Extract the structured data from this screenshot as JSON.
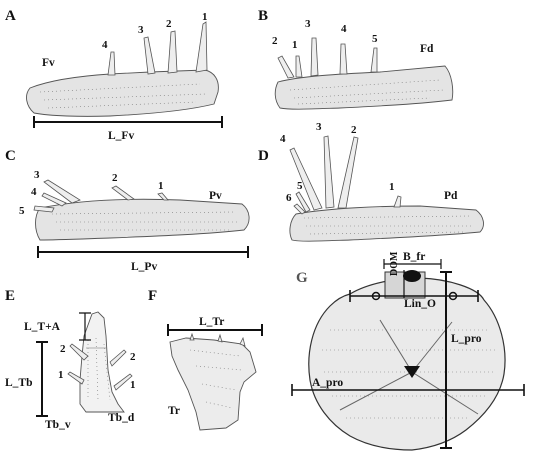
{
  "panels": {
    "A": {
      "letter": "A",
      "name": "Fv",
      "spines": [
        "1",
        "2",
        "3",
        "4"
      ],
      "measure": "L_Fv"
    },
    "B": {
      "letter": "B",
      "name": "Fd",
      "spines": [
        "1",
        "2",
        "3",
        "4",
        "5"
      ]
    },
    "C": {
      "letter": "C",
      "name": "Pv",
      "spines": [
        "1",
        "2",
        "3",
        "4",
        "5"
      ],
      "measure": "L_Pv"
    },
    "D": {
      "letter": "D",
      "name": "Pd",
      "spines": [
        "1",
        "2",
        "3",
        "4",
        "5",
        "6"
      ]
    },
    "E": {
      "letter": "E",
      "measure_total": "L_T+A",
      "measure_tibia": "L_Tb",
      "spines_left": [
        "2",
        "1"
      ],
      "spines_right": [
        "2",
        "1"
      ],
      "ventral": "Tb_v",
      "dorsal": "Tb_d"
    },
    "F": {
      "letter": "F",
      "name": "Tr",
      "measure": "L_Tr"
    },
    "G": {
      "letter": "G",
      "measure_base": "B_fr",
      "measure_dom": "DOM",
      "measure_ocular": "Lin_O",
      "measure_length": "L_pro",
      "measure_width": "A_pro"
    }
  }
}
